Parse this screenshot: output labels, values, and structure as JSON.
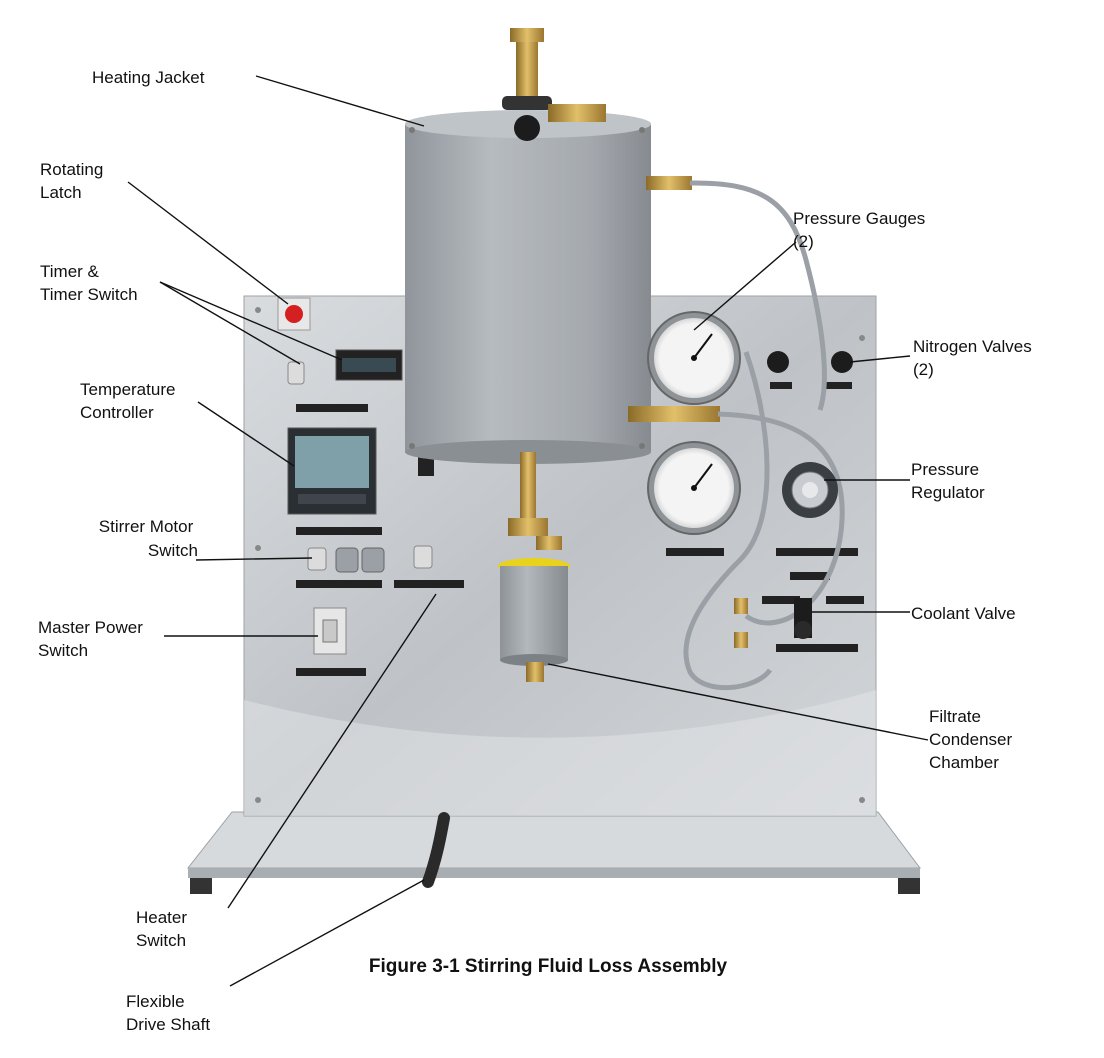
{
  "caption": "Figure 3-1 Stirring Fluid Loss Assembly",
  "labels": {
    "heating_jacket": [
      "Heating Jacket"
    ],
    "rotating_latch": [
      "Rotating",
      "Latch"
    ],
    "timer": [
      "Timer &",
      "Timer Switch"
    ],
    "temperature_controller": [
      "Temperature",
      "Controller"
    ],
    "stirrer_motor_switch": [
      "Stirrer Motor",
      "Switch"
    ],
    "master_power_switch": [
      "Master Power",
      "Switch"
    ],
    "heater_switch": [
      "Heater",
      "Switch"
    ],
    "flexible_drive_shaft": [
      "Flexible",
      "Drive Shaft"
    ],
    "pressure_gauges": [
      "Pressure Gauges",
      "(2)"
    ],
    "nitrogen_valves": [
      "Nitrogen Valves",
      "(2)"
    ],
    "pressure_regulator": [
      "Pressure",
      "Regulator"
    ],
    "coolant_valve": [
      "Coolant Valve"
    ],
    "filtrate_condenser_chamber": [
      "Filtrate",
      "Condenser",
      "Chamber"
    ]
  },
  "colors": {
    "panel": "#c9cdd0",
    "jacket": "#a7acb1",
    "brass": "#c8a04a",
    "gauge_face": "#f2f2f2",
    "latch_red": "#d42020",
    "lcd": "#7fa0a8",
    "cap_yellow": "#e8d21c"
  }
}
